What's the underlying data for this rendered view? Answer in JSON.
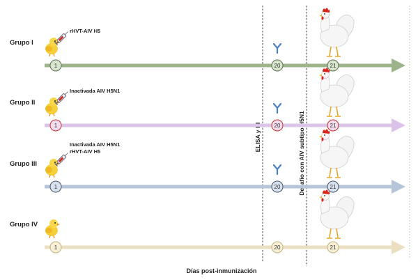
{
  "groups": [
    {
      "label": "Grupo I",
      "color": "#9db38a",
      "fill": "#d9e5cd",
      "vaccines": [
        "rHVT-AIV H5"
      ],
      "antibody": true
    },
    {
      "label": "Grupo II",
      "color": "#dcc3ea",
      "fill": "#f2dcee",
      "vaccines": [
        "Inactivada AIV H5N1"
      ],
      "antibody": true
    },
    {
      "label": "Grupo III",
      "color": "#b6c6d8",
      "fill": "#d8e2ee",
      "vaccines": [
        "Inactivada AIV H5N1",
        "rHVT-AIV H5"
      ],
      "antibody": true
    },
    {
      "label": "Grupo IV",
      "color": "#eadfc1",
      "fill": "#f7f0d6",
      "vaccines": [],
      "antibody": false
    }
  ],
  "days": [
    "1",
    "20",
    "21"
  ],
  "markers": {
    "elisa": "ELISA y HI",
    "challenge": "Desafío con AIV subtipo H5N1"
  },
  "xaxis_label": "Días post-inmunización",
  "icons": {
    "chick": "chick-icon",
    "syringe": "syringe-icon",
    "antibody": "antibody-icon",
    "hen": "hen-icon"
  }
}
